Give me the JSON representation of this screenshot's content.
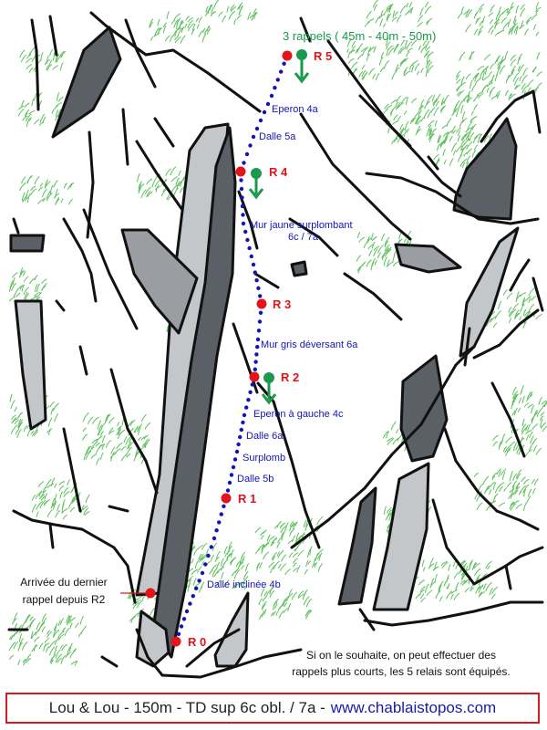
{
  "colors": {
    "route": "#1414b4",
    "belay": "#e3141b",
    "rappel": "#1a9a4a",
    "rock_dark": "#5b6066",
    "rock_mid": "#9a9ea3",
    "rock_light": "#c4c7ca",
    "grass": "#5cc05c",
    "footer_border": "#cc1f1f",
    "footer_site": "#1a1aa8"
  },
  "rappel_header": "3 rappels ( 45m - 40m - 50m)",
  "belays": [
    {
      "id": "r0",
      "label": "R 0"
    },
    {
      "id": "r1",
      "label": "R 1"
    },
    {
      "id": "r2",
      "label": "R 2"
    },
    {
      "id": "r3",
      "label": "R 3"
    },
    {
      "id": "r4",
      "label": "R 4"
    },
    {
      "id": "r5",
      "label": "R 5"
    }
  ],
  "pitches": [
    "Eperon 4a",
    "Dalle 5a",
    "Mur jaune surplombant",
    "6c / 7a",
    "Mur gris déversant 6a",
    "Eperon à gauche 4c",
    "Dalle 6a",
    "Surplomb",
    "Dalle 5b",
    "Dalle inclinée 4b"
  ],
  "rappel_arrival": [
    "Arrivée du dernier",
    "rappel depuis R2"
  ],
  "note": [
    "Si on le souhaite, on peut effectuer des",
    "rappels plus courts, les 5 relais sont équipés."
  ],
  "footer": {
    "title": "Lou & Lou - 150m - TD sup 6c obl. / 7a -",
    "site": "www.chablaistopos.com"
  }
}
